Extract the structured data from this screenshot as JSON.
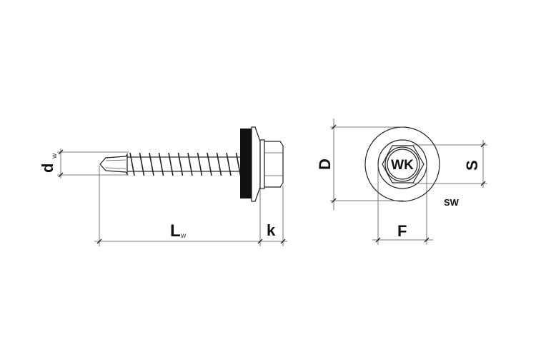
{
  "side_view": {
    "labels": {
      "thread_diameter": "d",
      "thread_diameter_sub": "w",
      "length": "L",
      "length_sub": "w",
      "head_height": "k"
    }
  },
  "top_view": {
    "labels": {
      "washer_diameter": "D",
      "flange_diameter": "F",
      "across_flats": "S",
      "wrench_size": "SW",
      "head_marking": "WK"
    }
  },
  "colors": {
    "line": "#222222",
    "washer_seal": "#111111",
    "background": "#ffffff"
  }
}
